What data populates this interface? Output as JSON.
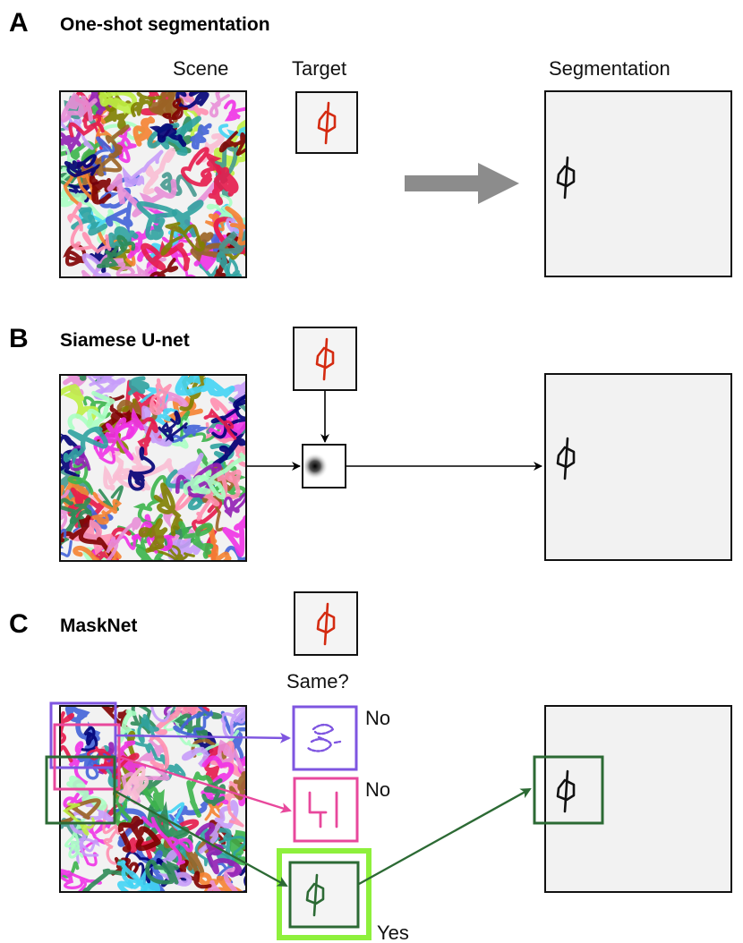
{
  "panels": {
    "A": {
      "letter": "A",
      "title": "One-shot segmentation",
      "scene_label": "Scene",
      "target_label": "Target",
      "segmentation_label": "Segmentation"
    },
    "B": {
      "letter": "B",
      "title": "Siamese U-net"
    },
    "C": {
      "letter": "C",
      "title": "MaskNet",
      "question": "Same?",
      "answer_1": "No",
      "answer_2": "No",
      "answer_3": "Yes"
    }
  },
  "colors": {
    "target_glyph": "#d42a10",
    "output_glyph": "#111111",
    "arrow_gray": "#8c8c8c",
    "purple": "#7e55e0",
    "pink": "#e8489c",
    "dark_green": "#2c6a34",
    "light_green": "#8ef03c",
    "panel_fill": "#f2f2f2",
    "scribble_palette": [
      "#e6194b",
      "#3cb44b",
      "#4363d8",
      "#f58231",
      "#911eb4",
      "#42d4f4",
      "#f032e6",
      "#bfef45",
      "#fabed4",
      "#469990",
      "#9a6324",
      "#800000",
      "#aaffc3",
      "#808000",
      "#000075",
      "#ff8fb0",
      "#2fa2a0",
      "#c69cfa",
      "#2e8b57",
      "#e88fd7"
    ]
  },
  "icons": {
    "big_arrow": "right-arrow-icon",
    "glyph": "phi-character-icon"
  }
}
